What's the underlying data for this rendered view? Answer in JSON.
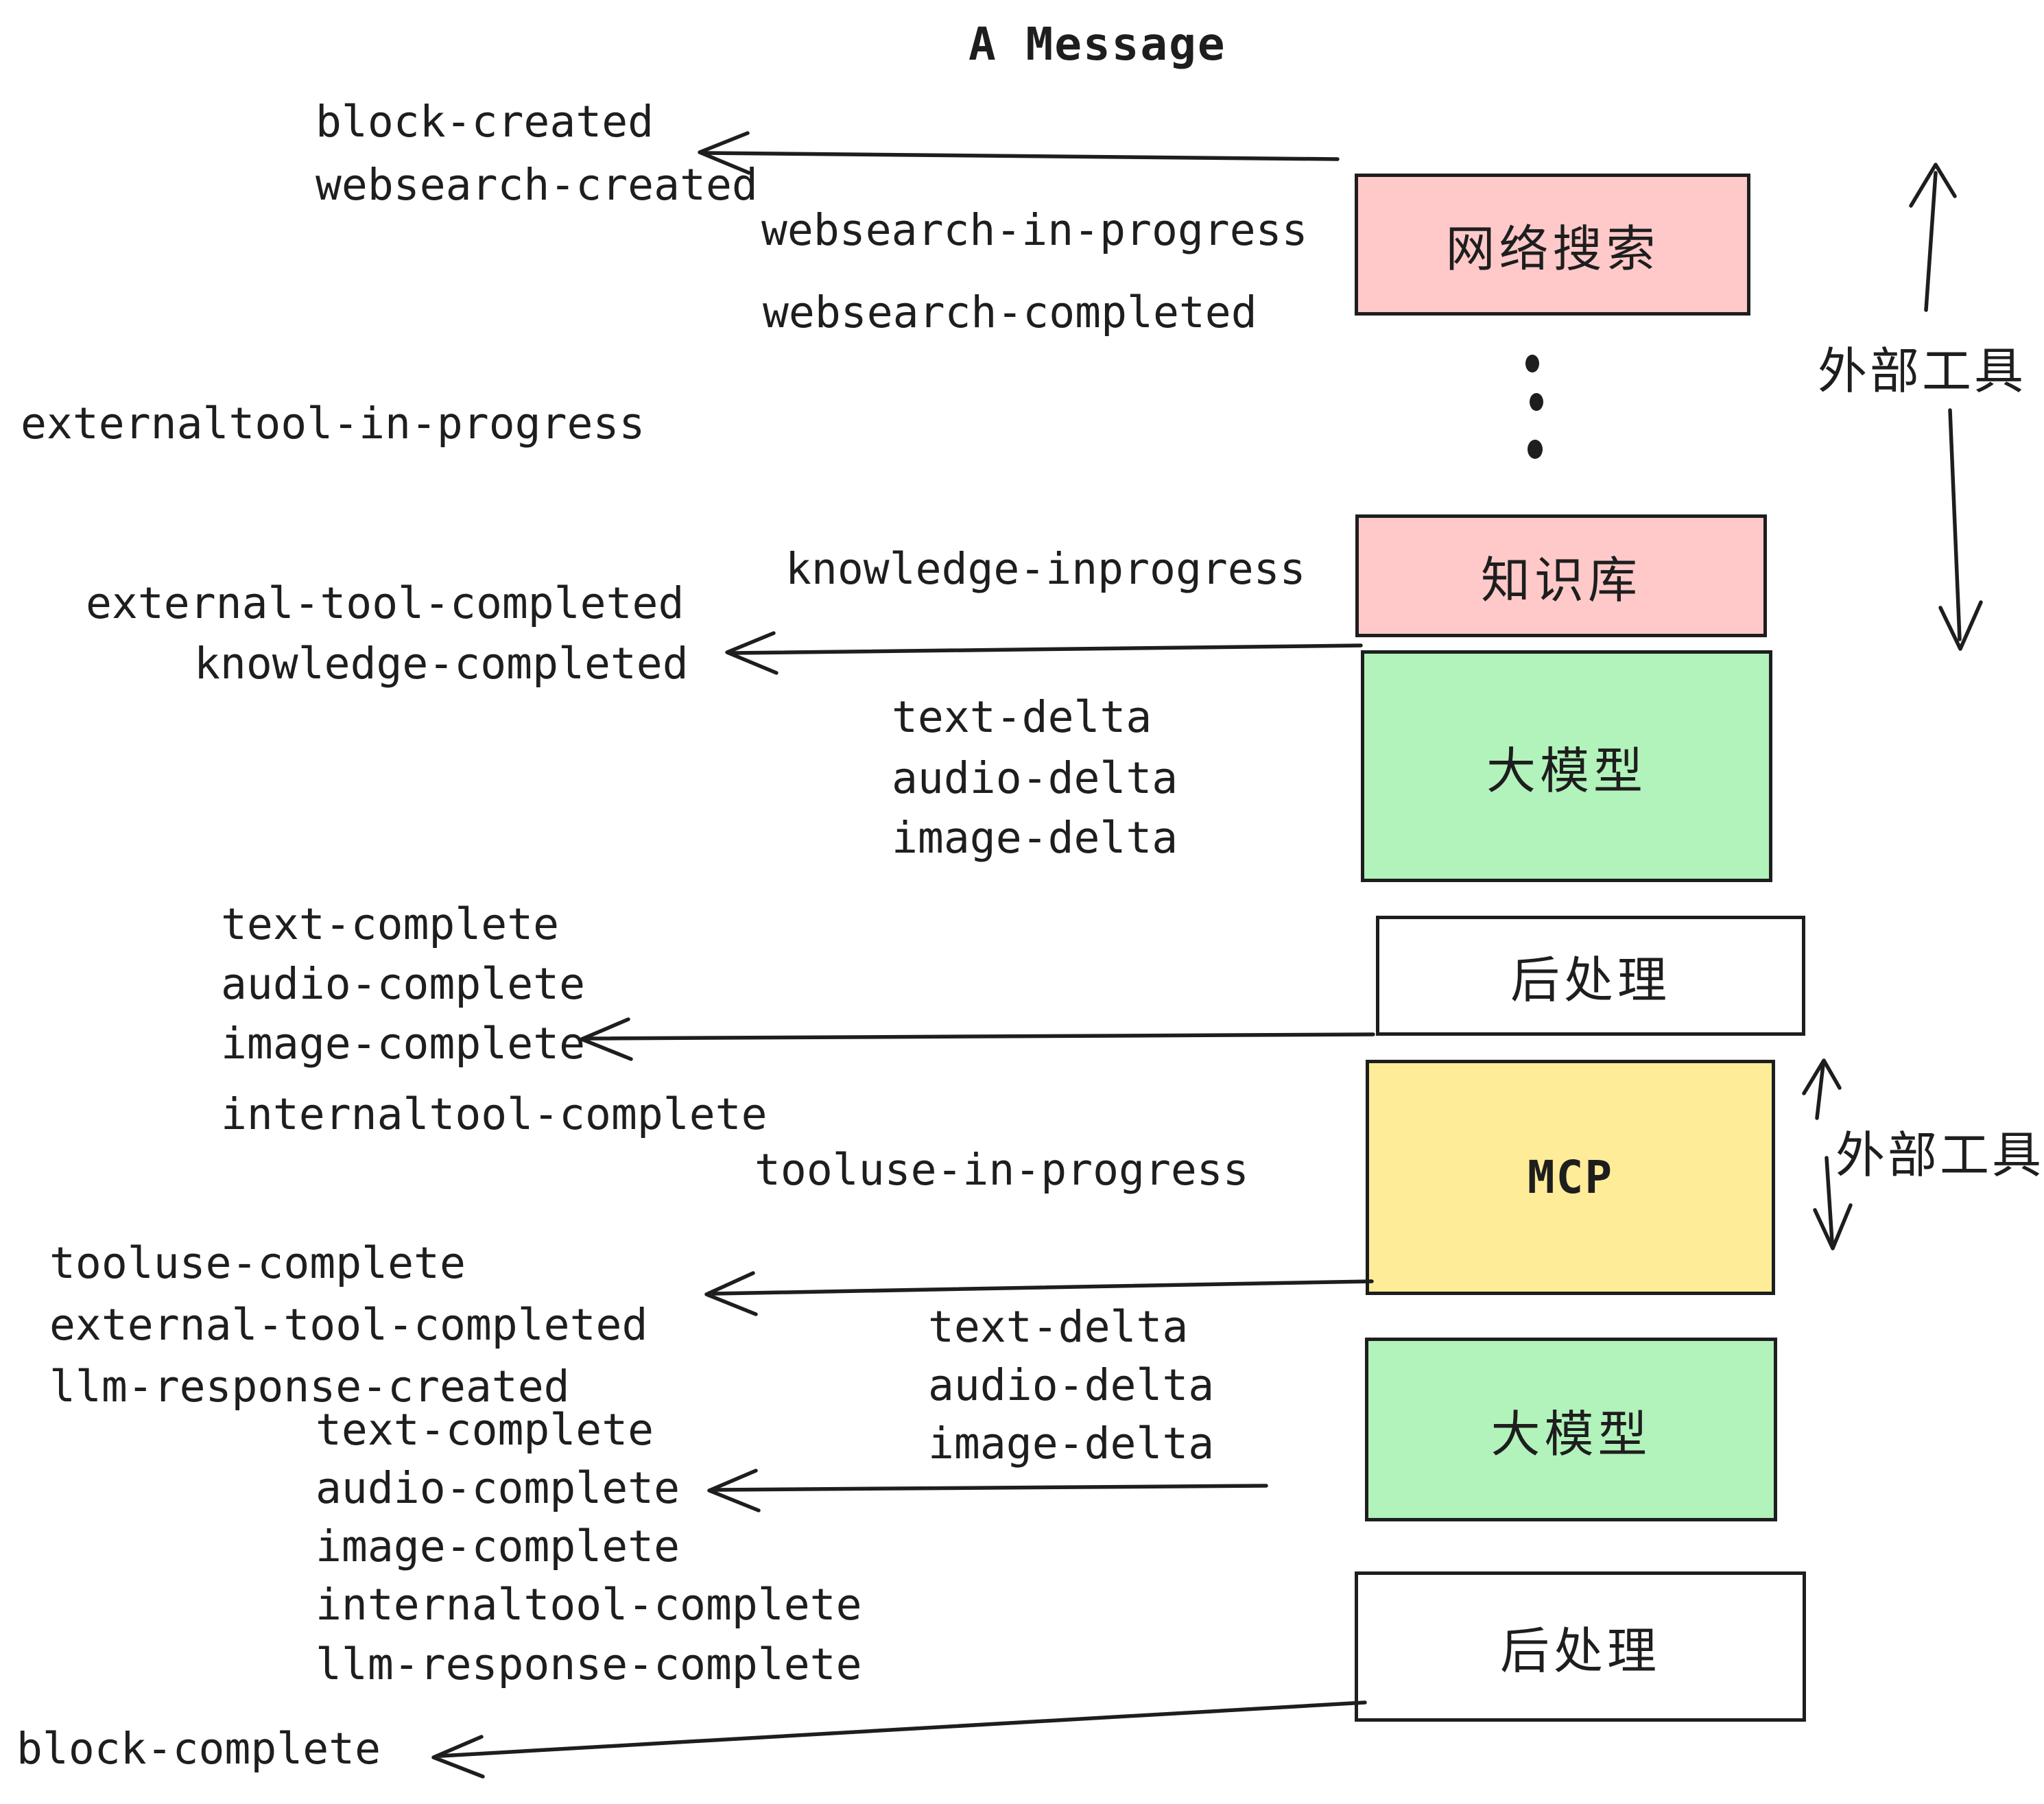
{
  "title": "A Message",
  "events": {
    "block_created": "block-created",
    "websearch_created": "websearch-created",
    "websearch_in_progress": "websearch-in-progress",
    "websearch_completed": "websearch-completed",
    "externaltool_in_progress": "externaltool-in-progress",
    "knowledge_inprogress": "knowledge-inprogress",
    "external_tool_completed_1": "external-tool-completed",
    "knowledge_completed": "knowledge-completed",
    "text_delta_1": "text-delta",
    "audio_delta_1": "audio-delta",
    "image_delta_1": "image-delta",
    "text_complete_1": "text-complete",
    "audio_complete_1": "audio-complete",
    "image_complete_1": "image-complete",
    "internaltool_complete_1": "internaltool-complete",
    "tooluse_in_progress": "tooluse-in-progress",
    "tooluse_complete": "tooluse-complete",
    "external_tool_completed_2": "external-tool-completed",
    "llm_response_created": "llm-response-created",
    "text_delta_2": "text-delta",
    "audio_delta_2": "audio-delta",
    "image_delta_2": "image-delta",
    "text_complete_2": "text-complete",
    "audio_complete_2": "audio-complete",
    "image_complete_2": "image-complete",
    "internaltool_complete_2": "internaltool-complete",
    "llm_response_complete": "llm-response-complete",
    "block_complete": "block-complete"
  },
  "boxes": [
    {
      "id": "websearch",
      "label": "网络搜索",
      "color": "#FFC9C9"
    },
    {
      "id": "knowledge",
      "label": "知识库",
      "color": "#FFC9C9"
    },
    {
      "id": "llm-1",
      "label": "大模型",
      "color": "#B2F2BB"
    },
    {
      "id": "postprocess-1",
      "label": "后处理",
      "color": "#FFFFFF"
    },
    {
      "id": "mcp",
      "label": "MCP",
      "color": "#FFEC99"
    },
    {
      "id": "llm-2",
      "label": "大模型",
      "color": "#B2F2BB"
    },
    {
      "id": "postprocess-2",
      "label": "后处理",
      "color": "#FFFFFF"
    }
  ],
  "side_labels": {
    "external_tools_top": "外部工具",
    "external_tools_middle": "外部工具"
  },
  "colors": {
    "ink": "#1e1e1e",
    "pink": "#FFC9C9",
    "green": "#B2F2BB",
    "yellow": "#FFEC99",
    "white": "#FFFFFF",
    "background": "#FFFFFF"
  }
}
